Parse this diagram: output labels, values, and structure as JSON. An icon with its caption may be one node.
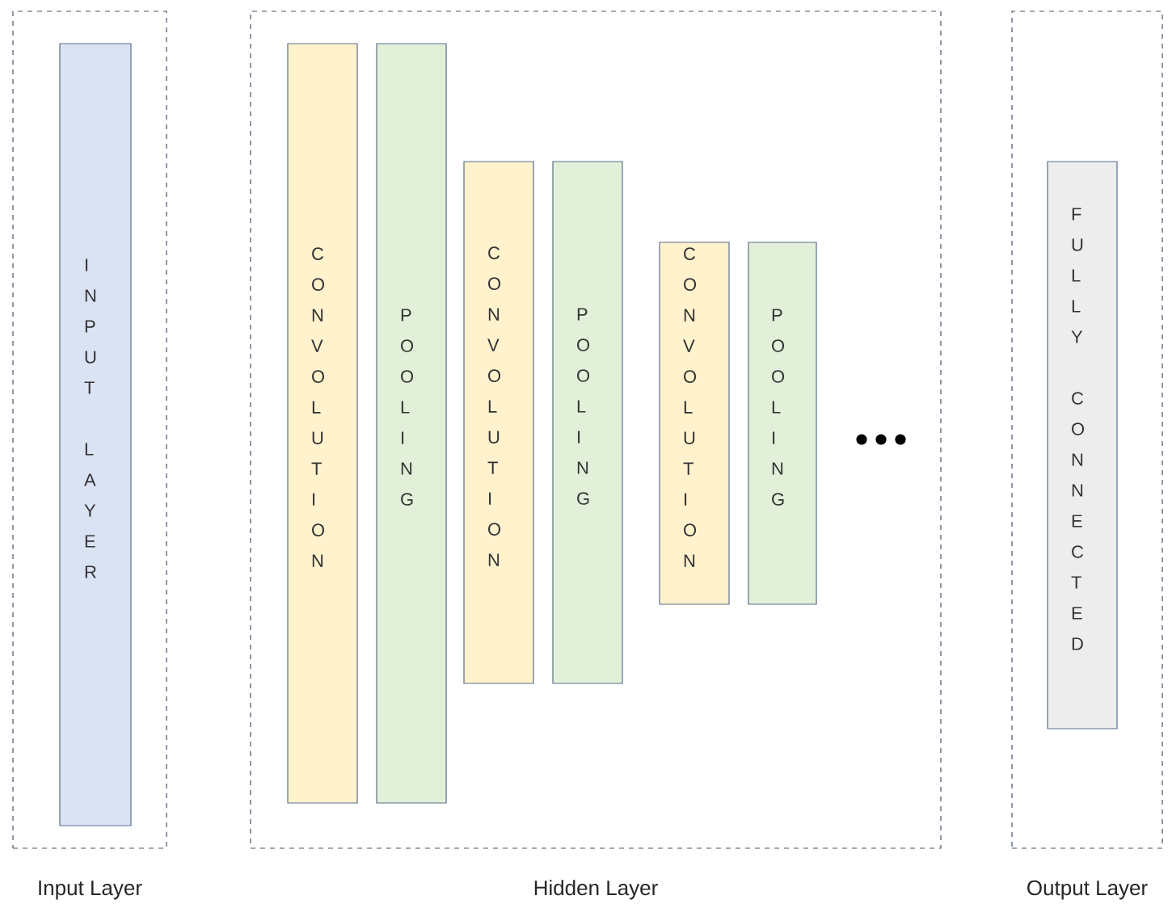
{
  "diagram": {
    "nodes": [
      {
        "text": [
          "Input Layer"
        ]
      },
      {
        "text": [
          "INPUT LAYER"
        ],
        "in": 0
      },
      {
        "text": [
          "Hidden Layer"
        ]
      },
      {
        "text": [
          "CONVOLUTION"
        ],
        "in": 2
      },
      {
        "text": [
          "POOLING"
        ],
        "in": 2
      },
      {
        "text": [
          "CONVOLUTION"
        ],
        "in": 2
      },
      {
        "text": [
          "POOLING"
        ],
        "in": 2
      },
      {
        "text": [
          "CONVOLUTION"
        ],
        "in": 2
      },
      {
        "text": [
          "POOLING"
        ],
        "in": 2
      },
      {
        "text": [
          "Output Layer"
        ]
      },
      {
        "text": [
          "FULLY CONNECTED"
        ],
        "in": 9
      }
    ]
  }
}
